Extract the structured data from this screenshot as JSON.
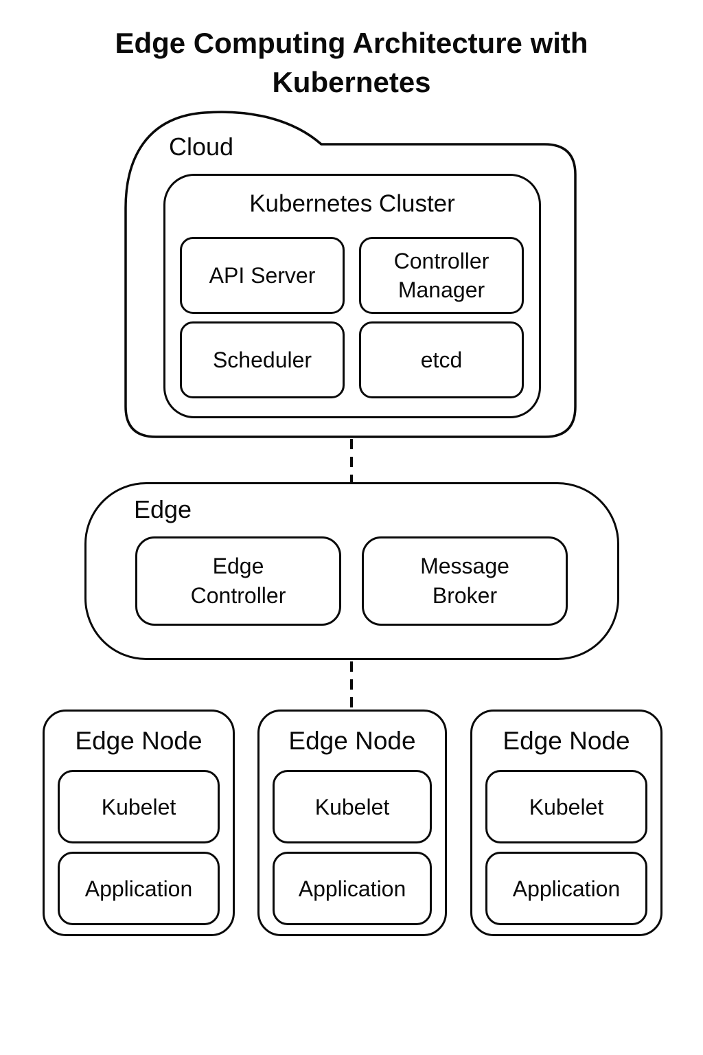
{
  "title": "Edge Computing Architecture with\nKubernetes",
  "colors": {
    "stroke": "#0a0a0a",
    "background": "#ffffff",
    "text": "#0a0a0a"
  },
  "cloud": {
    "label": "Cloud",
    "cluster": {
      "label": "Kubernetes Cluster",
      "components": [
        {
          "label": "API Server"
        },
        {
          "label": "Controller\nManager"
        },
        {
          "label": "Scheduler"
        },
        {
          "label": "etcd"
        }
      ]
    }
  },
  "edge": {
    "label": "Edge",
    "components": [
      {
        "label": "Edge\nController"
      },
      {
        "label": "Message\nBroker"
      }
    ]
  },
  "edge_nodes": [
    {
      "label": "Edge Node",
      "components": [
        {
          "label": "Kubelet"
        },
        {
          "label": "Application"
        }
      ]
    },
    {
      "label": "Edge Node",
      "components": [
        {
          "label": "Kubelet"
        },
        {
          "label": "Application"
        }
      ]
    },
    {
      "label": "Edge Node",
      "components": [
        {
          "label": "Kubelet"
        },
        {
          "label": "Application"
        }
      ]
    }
  ]
}
